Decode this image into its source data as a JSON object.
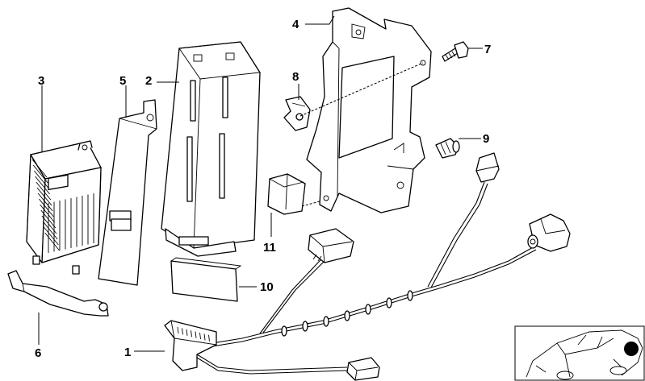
{
  "diagram": {
    "part_labels": [
      {
        "id": "part-1",
        "text": "1"
      },
      {
        "id": "part-2",
        "text": "2"
      },
      {
        "id": "part-3",
        "text": "3"
      },
      {
        "id": "part-4",
        "text": "4"
      },
      {
        "id": "part-5",
        "text": "5"
      },
      {
        "id": "part-6",
        "text": "6"
      },
      {
        "id": "part-7",
        "text": "7"
      },
      {
        "id": "part-8",
        "text": "8"
      },
      {
        "id": "part-9",
        "text": "9"
      },
      {
        "id": "part-10",
        "text": "10"
      },
      {
        "id": "part-11",
        "text": "11"
      }
    ],
    "colors": {
      "line": "#000000",
      "background": "#ffffff",
      "marker": "#000000"
    }
  }
}
